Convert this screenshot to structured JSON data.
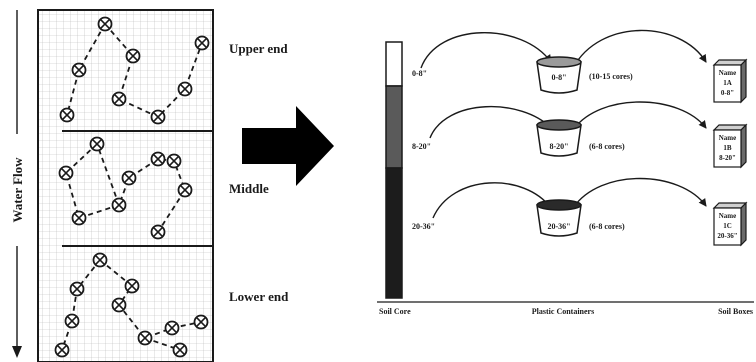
{
  "field": {
    "flow_label": "Water Flow",
    "zones": [
      {
        "id": "upper",
        "label": "Upper end"
      },
      {
        "id": "middle",
        "label": "Middle"
      },
      {
        "id": "lower",
        "label": "Lower end"
      }
    ],
    "sample_marker": "⊗"
  },
  "core": {
    "depths": [
      {
        "label": "0-8\"",
        "color": "#ffffff"
      },
      {
        "label": "8-20\"",
        "color": "#5a5a5a"
      },
      {
        "label": "20-36\"",
        "color": "#1c1c1c"
      }
    ]
  },
  "containers": [
    {
      "label": "0-8\"",
      "cores": "(10-15 cores)",
      "fill": "#9a9a9a"
    },
    {
      "label": "8-20\"",
      "cores": "(6-8 cores)",
      "fill": "#5a5a5a"
    },
    {
      "label": "20-36\"",
      "cores": "(6-8 cores)",
      "fill": "#2a2a2a"
    }
  ],
  "boxes": [
    {
      "line1": "Name",
      "line2": "1A",
      "line3": "0-8\""
    },
    {
      "line1": "Name",
      "line2": "1B",
      "line3": "8-20\""
    },
    {
      "line1": "Name",
      "line2": "1C",
      "line3": "20-36\""
    }
  ],
  "footer": {
    "soil_core": "Soil Core",
    "plastic_containers": "Plastic Containers",
    "soil_boxes": "Soil Boxes"
  }
}
